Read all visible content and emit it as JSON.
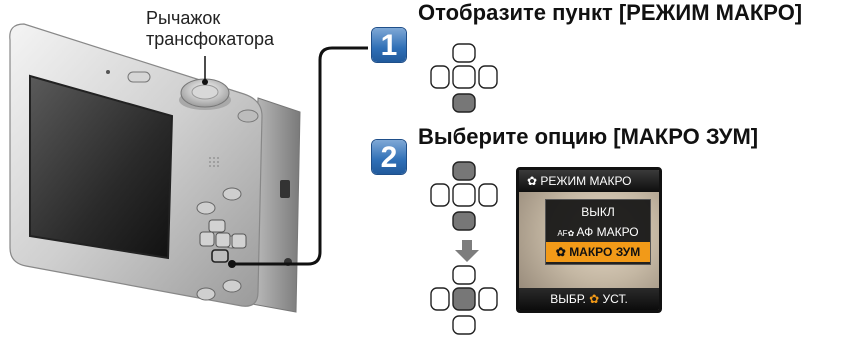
{
  "zoom_lever_label": [
    "Рычажок",
    "трансфокатора"
  ],
  "steps": [
    {
      "number": "1",
      "title": "Отобразите пункт [РЕЖИМ МАКРО]"
    },
    {
      "number": "2",
      "title": "Выберите опцию [МАКРО ЗУМ]"
    }
  ],
  "menu": {
    "header_icon": "macro-flower-icon",
    "header": "РЕЖИМ МАКРО",
    "items": [
      {
        "label": "ВЫКЛ",
        "icon": null,
        "selected": false
      },
      {
        "label": "АФ МАКРО",
        "icon": "af-macro-icon",
        "icon_text": "AF",
        "selected": false
      },
      {
        "label": "МАКРО ЗУМ",
        "icon": "macro-zoom-icon",
        "selected": true
      }
    ],
    "footer_left": "ВЫБР.",
    "footer_right": "УСТ.",
    "accent_color": "#f29a18"
  },
  "step_badge_color": "#2f6fb6"
}
